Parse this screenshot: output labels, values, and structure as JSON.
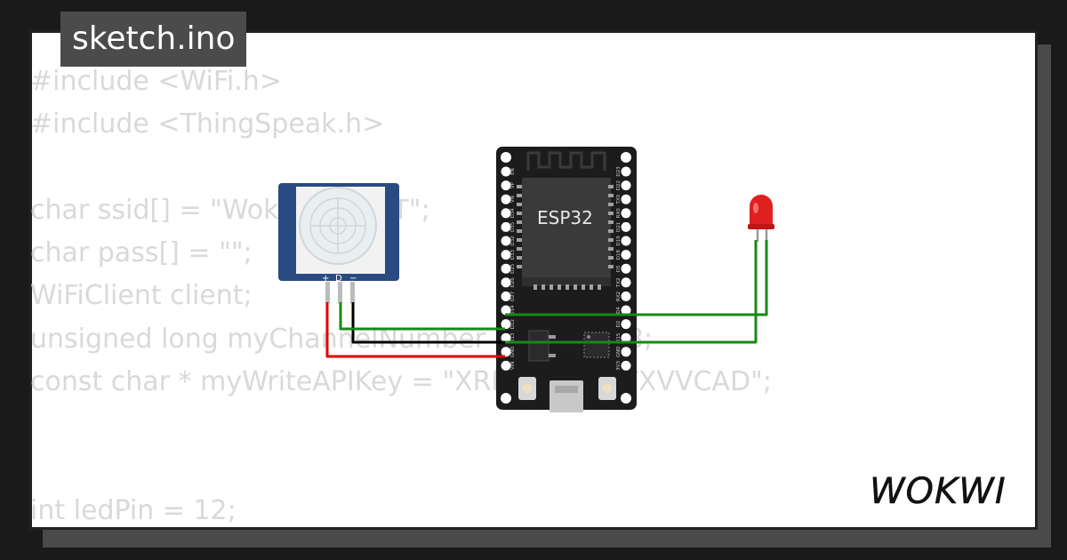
{
  "filename": "sketch.ino",
  "code_lines": [
    "#include <WiFi.h>",
    "#include <ThingSpeak.h>",
    "",
    "char ssid[] = \"Wokwi-GUEST\";",
    "char pass[] = \"\";",
    "WiFiClient client;",
    "unsigned long myChannelNumber = 2096688;",
    "const char * myWriteAPIKey = \"XRRU4DAOETXVVCAD\";",
    "",
    "",
    "int ledPin = 12;"
  ],
  "board": {
    "label": "ESP32",
    "left_pins": [
      "EN",
      "VP",
      "VN",
      "D34",
      "D35",
      "D32",
      "D33",
      "D25",
      "D26",
      "D27",
      "D14",
      "D12",
      "D13",
      "GND",
      "VIN"
    ],
    "right_pins": [
      "D23",
      "D22",
      "TX0",
      "RX0",
      "D21",
      "D19",
      "D18",
      "D5",
      "TX2",
      "RX2",
      "D4",
      "D2",
      "D15",
      "GND",
      "3V3"
    ]
  },
  "pir_labels": [
    "+",
    "D",
    "−"
  ],
  "logo": "WOKWI",
  "colors": {
    "wire_red": "#e00000",
    "wire_green": "#158a15",
    "wire_black": "#000000",
    "pir_blue": "#2a4a82",
    "board": "#1c1c1c",
    "led_red": "#e02020"
  }
}
